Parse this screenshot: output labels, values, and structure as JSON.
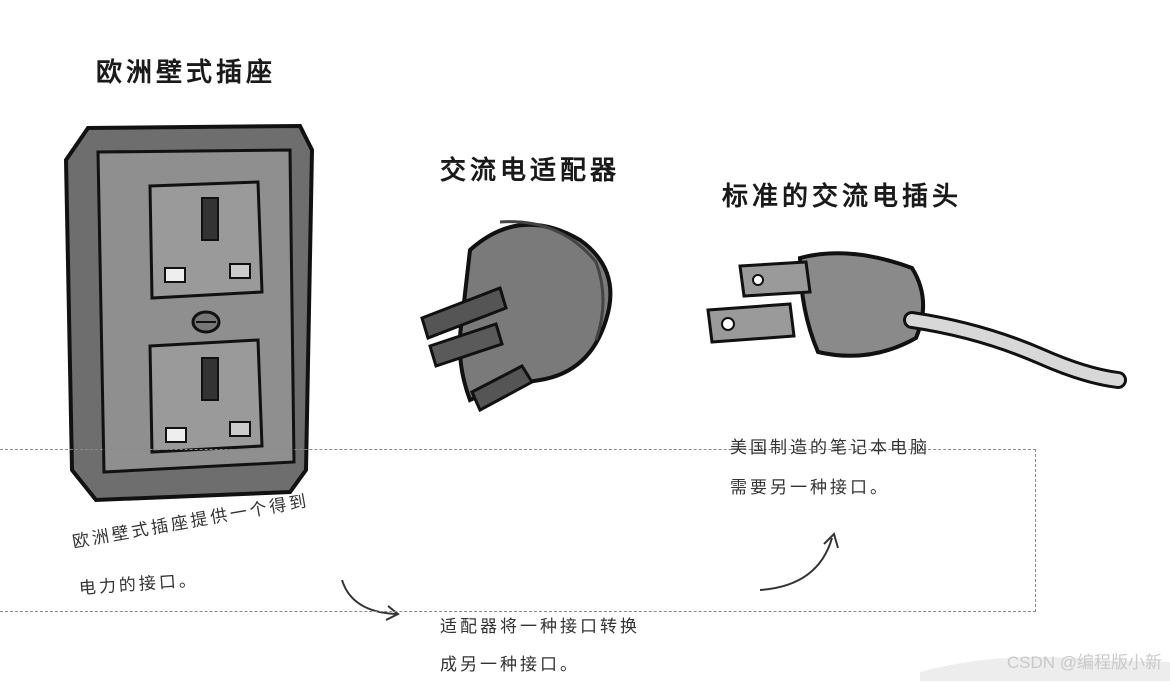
{
  "labels": {
    "socket_title": "欧洲壁式插座",
    "adapter_title": "交流电适配器",
    "plug_title": "标准的交流电插头"
  },
  "notes": {
    "socket_line1": "欧洲壁式插座提供一个得到",
    "socket_line2": "电力的接口。",
    "adapter_line1": "适配器将一种接口转换",
    "adapter_line2": "成另一种接口。",
    "laptop_line1": "美国制造的笔记本电脑",
    "laptop_line2": "需要另一种接口。"
  },
  "watermark": "CSDN @编程版小新"
}
